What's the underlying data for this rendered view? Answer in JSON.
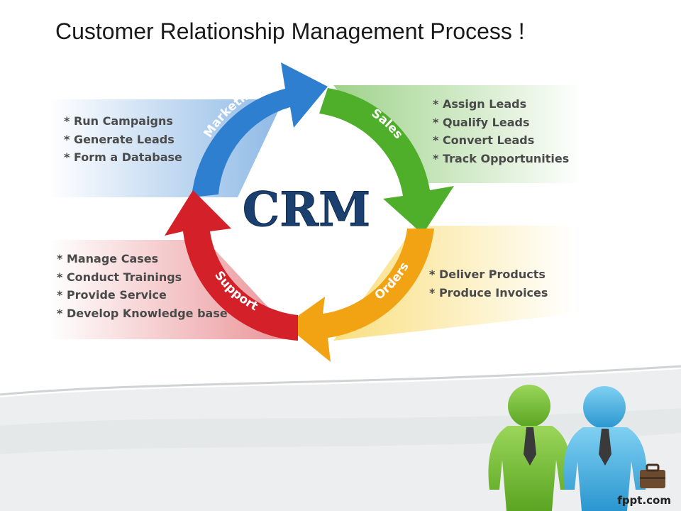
{
  "title": "Customer Relationship Management Process !",
  "center_label": "CRM",
  "stages": [
    {
      "name": "Marketing",
      "color": "#2f7fd0",
      "items": [
        "Run Campaigns",
        "Generate Leads",
        "Form a Database"
      ]
    },
    {
      "name": "Sales",
      "color": "#4fae2a",
      "items": [
        "Assign Leads",
        "Qualify Leads",
        "Convert Leads",
        "Track Opportunities"
      ]
    },
    {
      "name": "Orders",
      "color": "#f2a313",
      "items": [
        "Deliver Products",
        "Produce Invoices"
      ]
    },
    {
      "name": "Support",
      "color": "#d42028",
      "items": [
        "Manage Cases",
        "Conduct Trainings",
        "Provide Service",
        "Develop Knowledge base"
      ]
    }
  ],
  "branding": {
    "logo_text": "fppt.com"
  },
  "icons": [
    "person-green-icon",
    "person-blue-icon",
    "briefcase-icon"
  ]
}
